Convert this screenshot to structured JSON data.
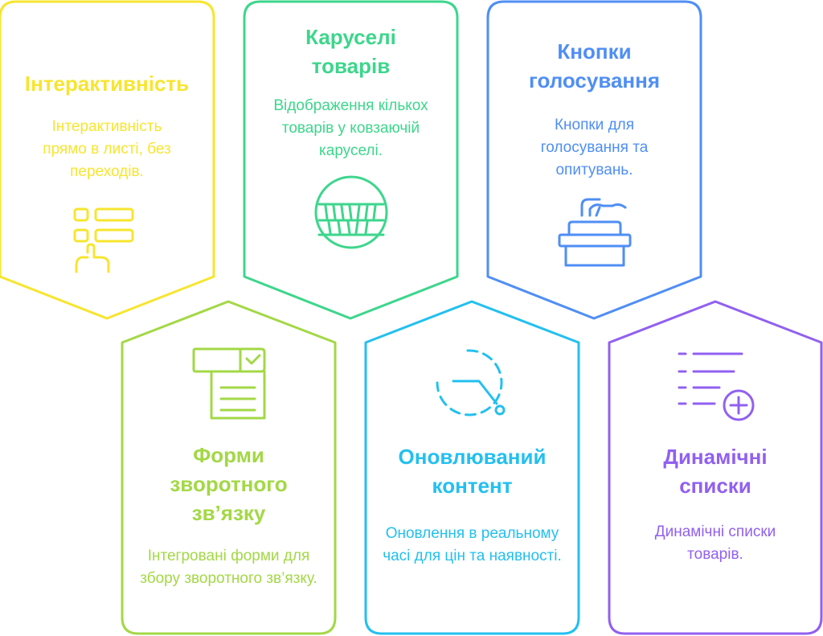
{
  "colors": {
    "yellow": "#F7E52F",
    "green": "#3DD68C",
    "blue": "#4F8EF5",
    "lime": "#A3D846",
    "cyan": "#23C0EF",
    "purple": "#9160F0"
  },
  "cards": [
    {
      "id": "interactivity",
      "color": "yellow",
      "title": "Інтерактивність",
      "description": "Інтерактивність прямо в листі, без переходів.",
      "icon": "touch-menu-icon"
    },
    {
      "id": "product-carousels",
      "color": "green",
      "title": "Каруселі товарів",
      "description": "Відображення кількох товарів у ковзаючій каруселі.",
      "icon": "carousel-icon"
    },
    {
      "id": "voting-buttons",
      "color": "blue",
      "title": "Кнопки голосування",
      "description": "Кнопки для голосування та опитувань.",
      "icon": "ballot-box-icon"
    },
    {
      "id": "feedback-forms",
      "color": "lime",
      "title": "Форми зворотного зв’язку",
      "description": "Інтегровані форми для збору зворотного зв’язку.",
      "icon": "form-icon"
    },
    {
      "id": "updatable-content",
      "color": "cyan",
      "title": "Оновлюваний контент",
      "description": "Оновлення в реальному часі для цін та наявності.",
      "icon": "clock-refresh-icon"
    },
    {
      "id": "dynamic-lists",
      "color": "purple",
      "title": "Динамічні списки",
      "description": "Динамічні списки товарів.",
      "icon": "list-add-icon"
    }
  ]
}
